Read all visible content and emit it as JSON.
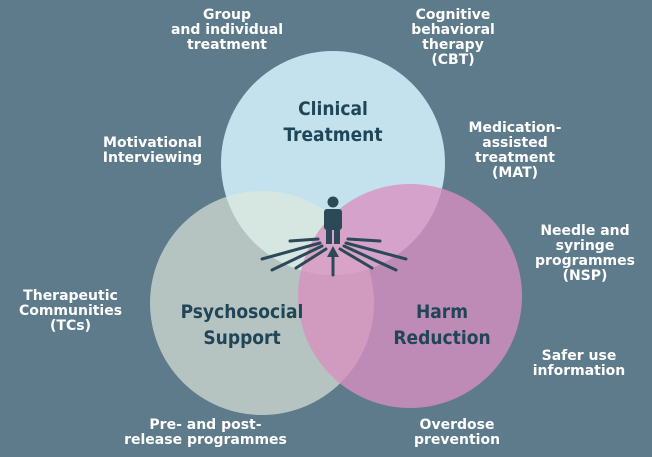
{
  "colors": {
    "background": "#5e7b8c",
    "clinical": "#c9e8f2",
    "psychosocial": "#dfe8da",
    "harm": "#d98fc0",
    "label_text": "#ffffff",
    "title_text": "#1f4557",
    "figure": "#2c4957"
  },
  "circles": {
    "clinical": {
      "title": "Clinical\nTreatment"
    },
    "psychosocial": {
      "title": "Psychosocial\nSupport"
    },
    "harm": {
      "title": "Harm\nReduction"
    }
  },
  "labels": {
    "group_individual": "Group\nand individual\ntreatment",
    "cbt": "Cognitive\nbehavioral\ntherapy\n(CBT)",
    "motivational": "Motivational\nInterviewing",
    "mat": "Medication-\nassisted\ntreatment\n(MAT)",
    "nsp": "Needle and\nsyringe\nprogrammes\n(NSP)",
    "tcs": "Therapeutic\nCommunities\n(TCs)",
    "safer_use": "Safer use\ninformation",
    "pre_post_release": "Pre- and post-\nrelease programmes",
    "overdose": "Overdose\nprevention"
  },
  "center_icon": "person-at-crossroads-icon"
}
